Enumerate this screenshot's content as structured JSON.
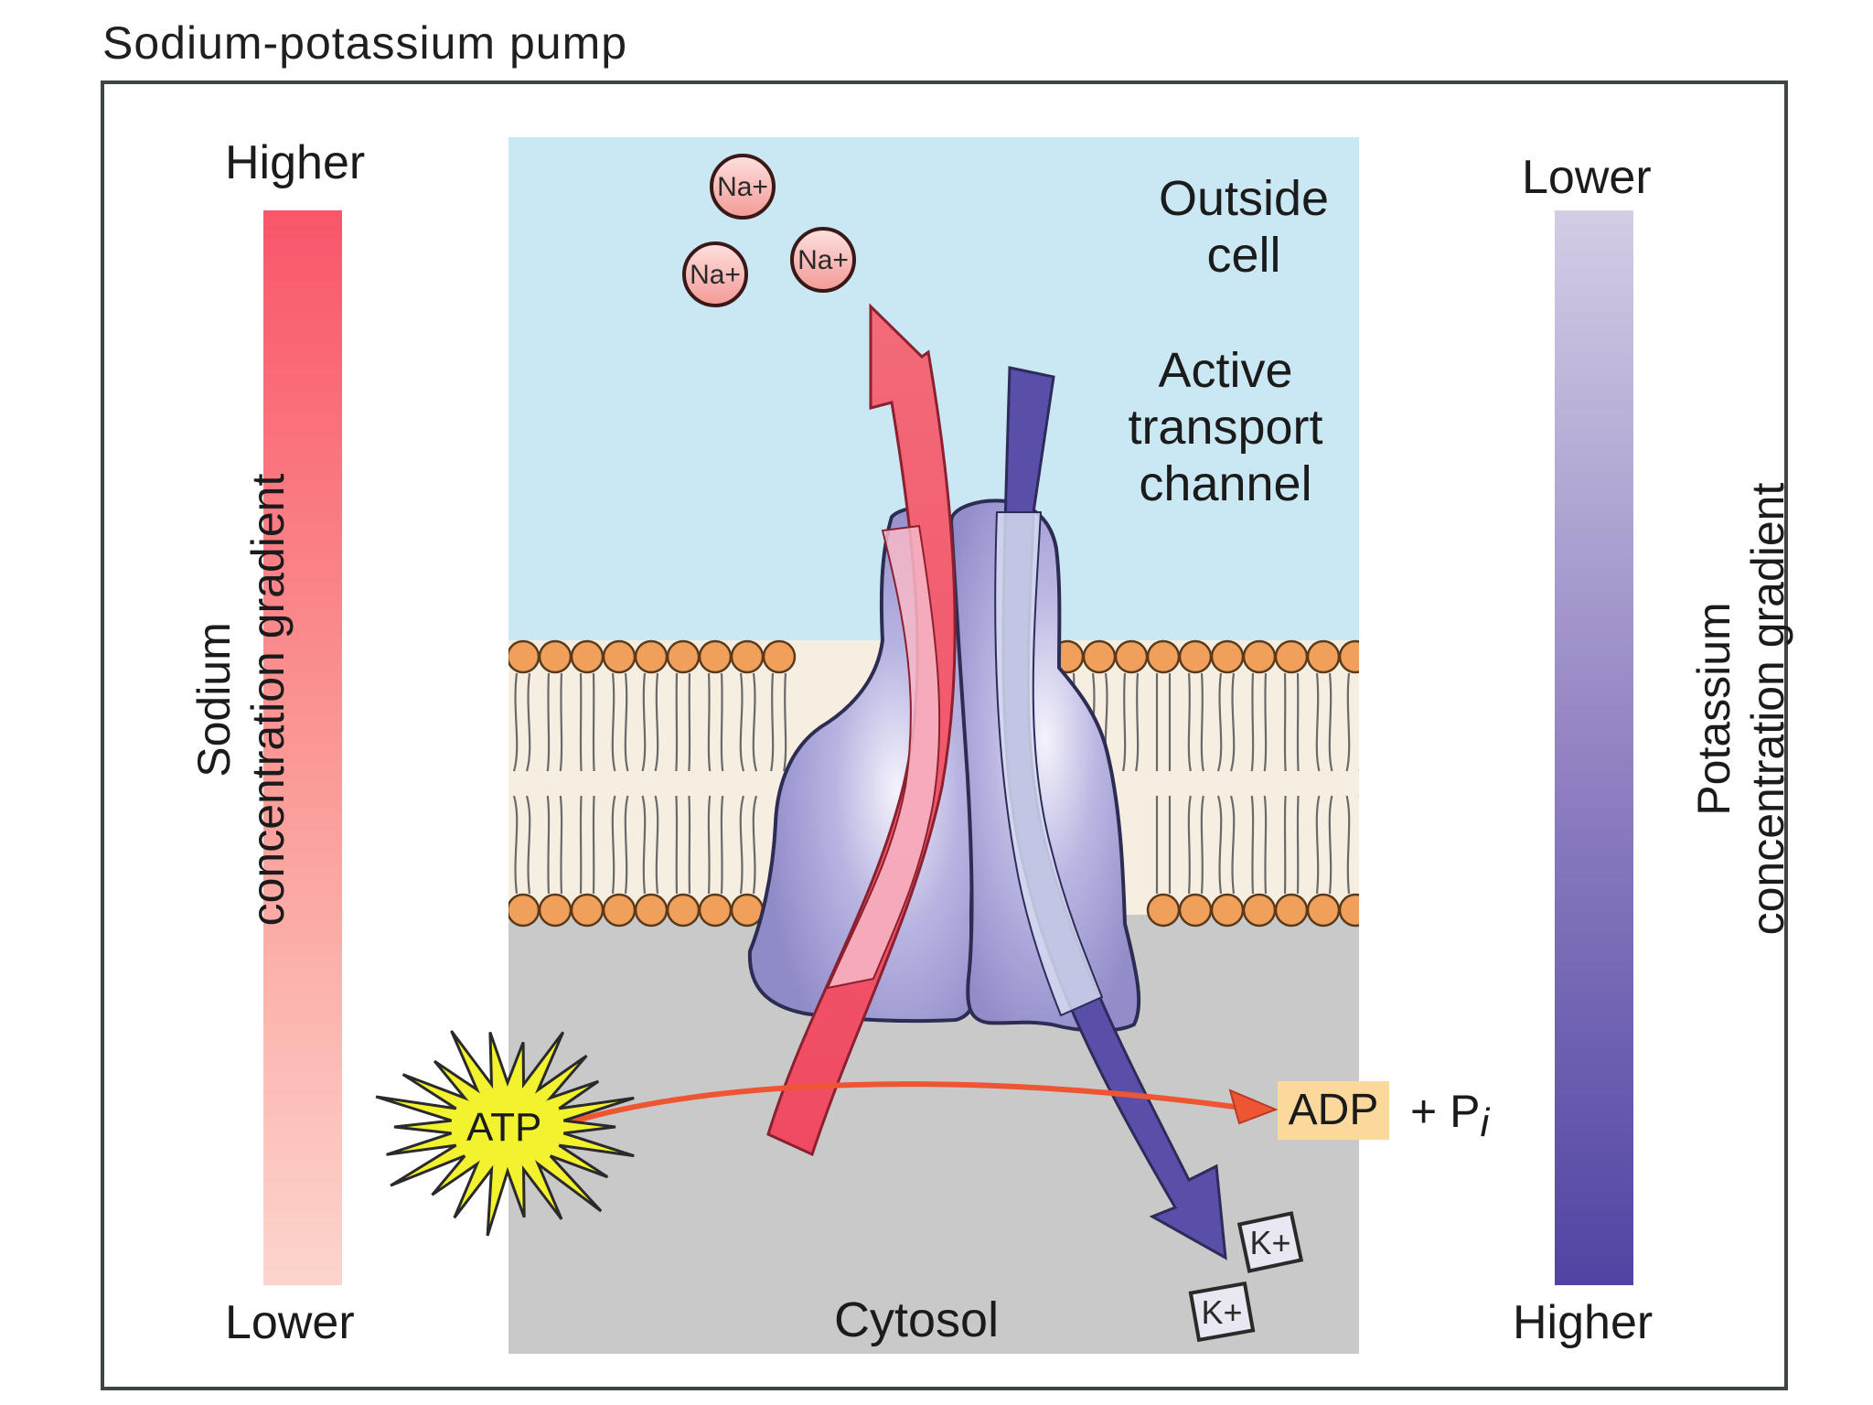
{
  "title": "Sodium-potassium pump",
  "sodium_gradient": {
    "top_label": "Higher",
    "bottom_label": "Lower",
    "axis_label_line1": "Sodium",
    "axis_label_line2": "concentration gradient",
    "color_high": "#f9566a",
    "color_low": "#fcd5cc"
  },
  "potassium_gradient": {
    "top_label": "Lower",
    "bottom_label": "Higher",
    "axis_label_line1": "Potassium",
    "axis_label_line2": "concentration gradient",
    "color_high": "#4f44a2",
    "color_low": "#d4cde5"
  },
  "regions": {
    "outside_line1": "Outside",
    "outside_line2": "cell",
    "channel_line1": "Active",
    "channel_line2": "transport",
    "channel_line3": "channel",
    "cytosol": "Cytosol"
  },
  "ions": {
    "sodium": [
      "Na+",
      "Na+",
      "Na+"
    ],
    "potassium": [
      "K+",
      "K+"
    ]
  },
  "energy": {
    "atp": "ATP",
    "adp": "ADP",
    "plus": "+ P",
    "pi_sub": "i"
  },
  "colors": {
    "outside_bg": "#c9e8f3",
    "cytosol_bg": "#c9c9c9",
    "membrane_bg": "#f6efe1",
    "phospholipid_head": "#f0a05a",
    "pump": "#a9a6dc",
    "sodium_arrow": "#f2586a",
    "potassium_arrow": "#5a4fa8",
    "atp_burst": "#f2f22e",
    "reaction_arrow": "#ee5533"
  }
}
